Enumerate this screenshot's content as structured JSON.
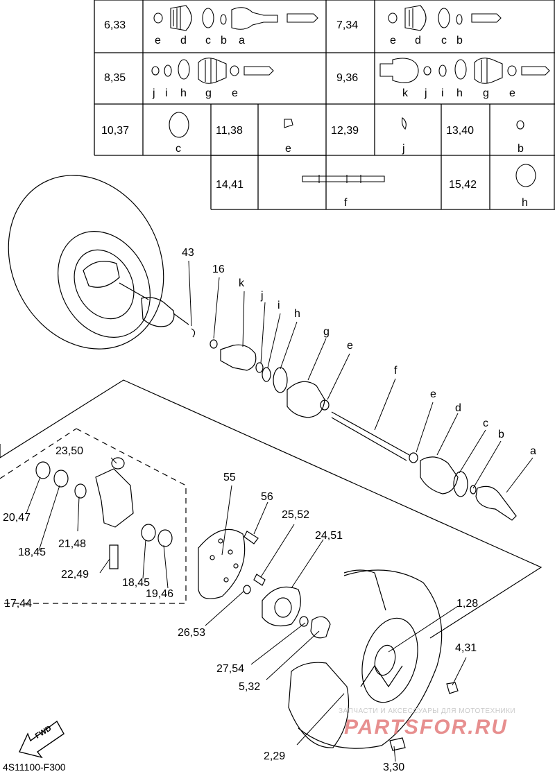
{
  "table": {
    "rows": [
      {
        "cells": [
          {
            "label": "6,33",
            "subs": [
              "e",
              "d",
              "c",
              "b",
              "a"
            ]
          },
          {
            "label": "7,34",
            "subs": [
              "e",
              "d",
              "c",
              "b"
            ]
          }
        ]
      },
      {
        "cells": [
          {
            "label": "8,35",
            "subs": [
              "j",
              "i",
              "h",
              "g",
              "e"
            ]
          },
          {
            "label": "9,36",
            "subs": [
              "k",
              "j",
              "i",
              "h",
              "g",
              "e"
            ]
          }
        ]
      },
      {
        "cells": [
          {
            "label": "10,37",
            "subs": [
              "c"
            ]
          },
          {
            "label": "11,38",
            "subs": [
              "e"
            ]
          },
          {
            "label": "12,39",
            "subs": [
              "j"
            ]
          },
          {
            "label": "13,40",
            "subs": [
              "b"
            ]
          }
        ]
      },
      {
        "cells": [
          {
            "label": "14,41",
            "subs": [
              "f"
            ]
          },
          {
            "label": "15,42",
            "subs": [
              "h"
            ]
          }
        ]
      }
    ]
  },
  "callouts": {
    "c43": "43",
    "c16": "16",
    "ck": "k",
    "cj": "j",
    "ci": "i",
    "ch": "h",
    "cg": "g",
    "ce1": "e",
    "cf": "f",
    "ce2": "e",
    "cd": "d",
    "cc": "c",
    "cb": "b",
    "ca": "a",
    "c2350": "23,50",
    "c2047": "20,47",
    "c1845a": "18,45",
    "c2148": "21,48",
    "c2249": "22,49",
    "c1845b": "18,45",
    "c1946": "19,46",
    "c1744": "17,44",
    "c55": "55",
    "c56": "56",
    "c2552": "25,52",
    "c2451": "24,51",
    "c2653": "26,53",
    "c2754": "27,54",
    "c532": "5,32",
    "c128": "1,28",
    "c431": "4,31",
    "c229": "2,29",
    "c330": "3,30"
  },
  "fwd": "FWD",
  "diagram_code": "4S11100-F300",
  "watermark": {
    "line1": "ЗАПЧАСТИ И АКСЕССУАРЫ ДЛЯ МОТОТЕХНИКИ",
    "line2": "PARTSFOR.RU"
  },
  "colors": {
    "ink": "#000000",
    "watermark": "#e06a6a",
    "watermark_light": "#c9c9c9"
  }
}
